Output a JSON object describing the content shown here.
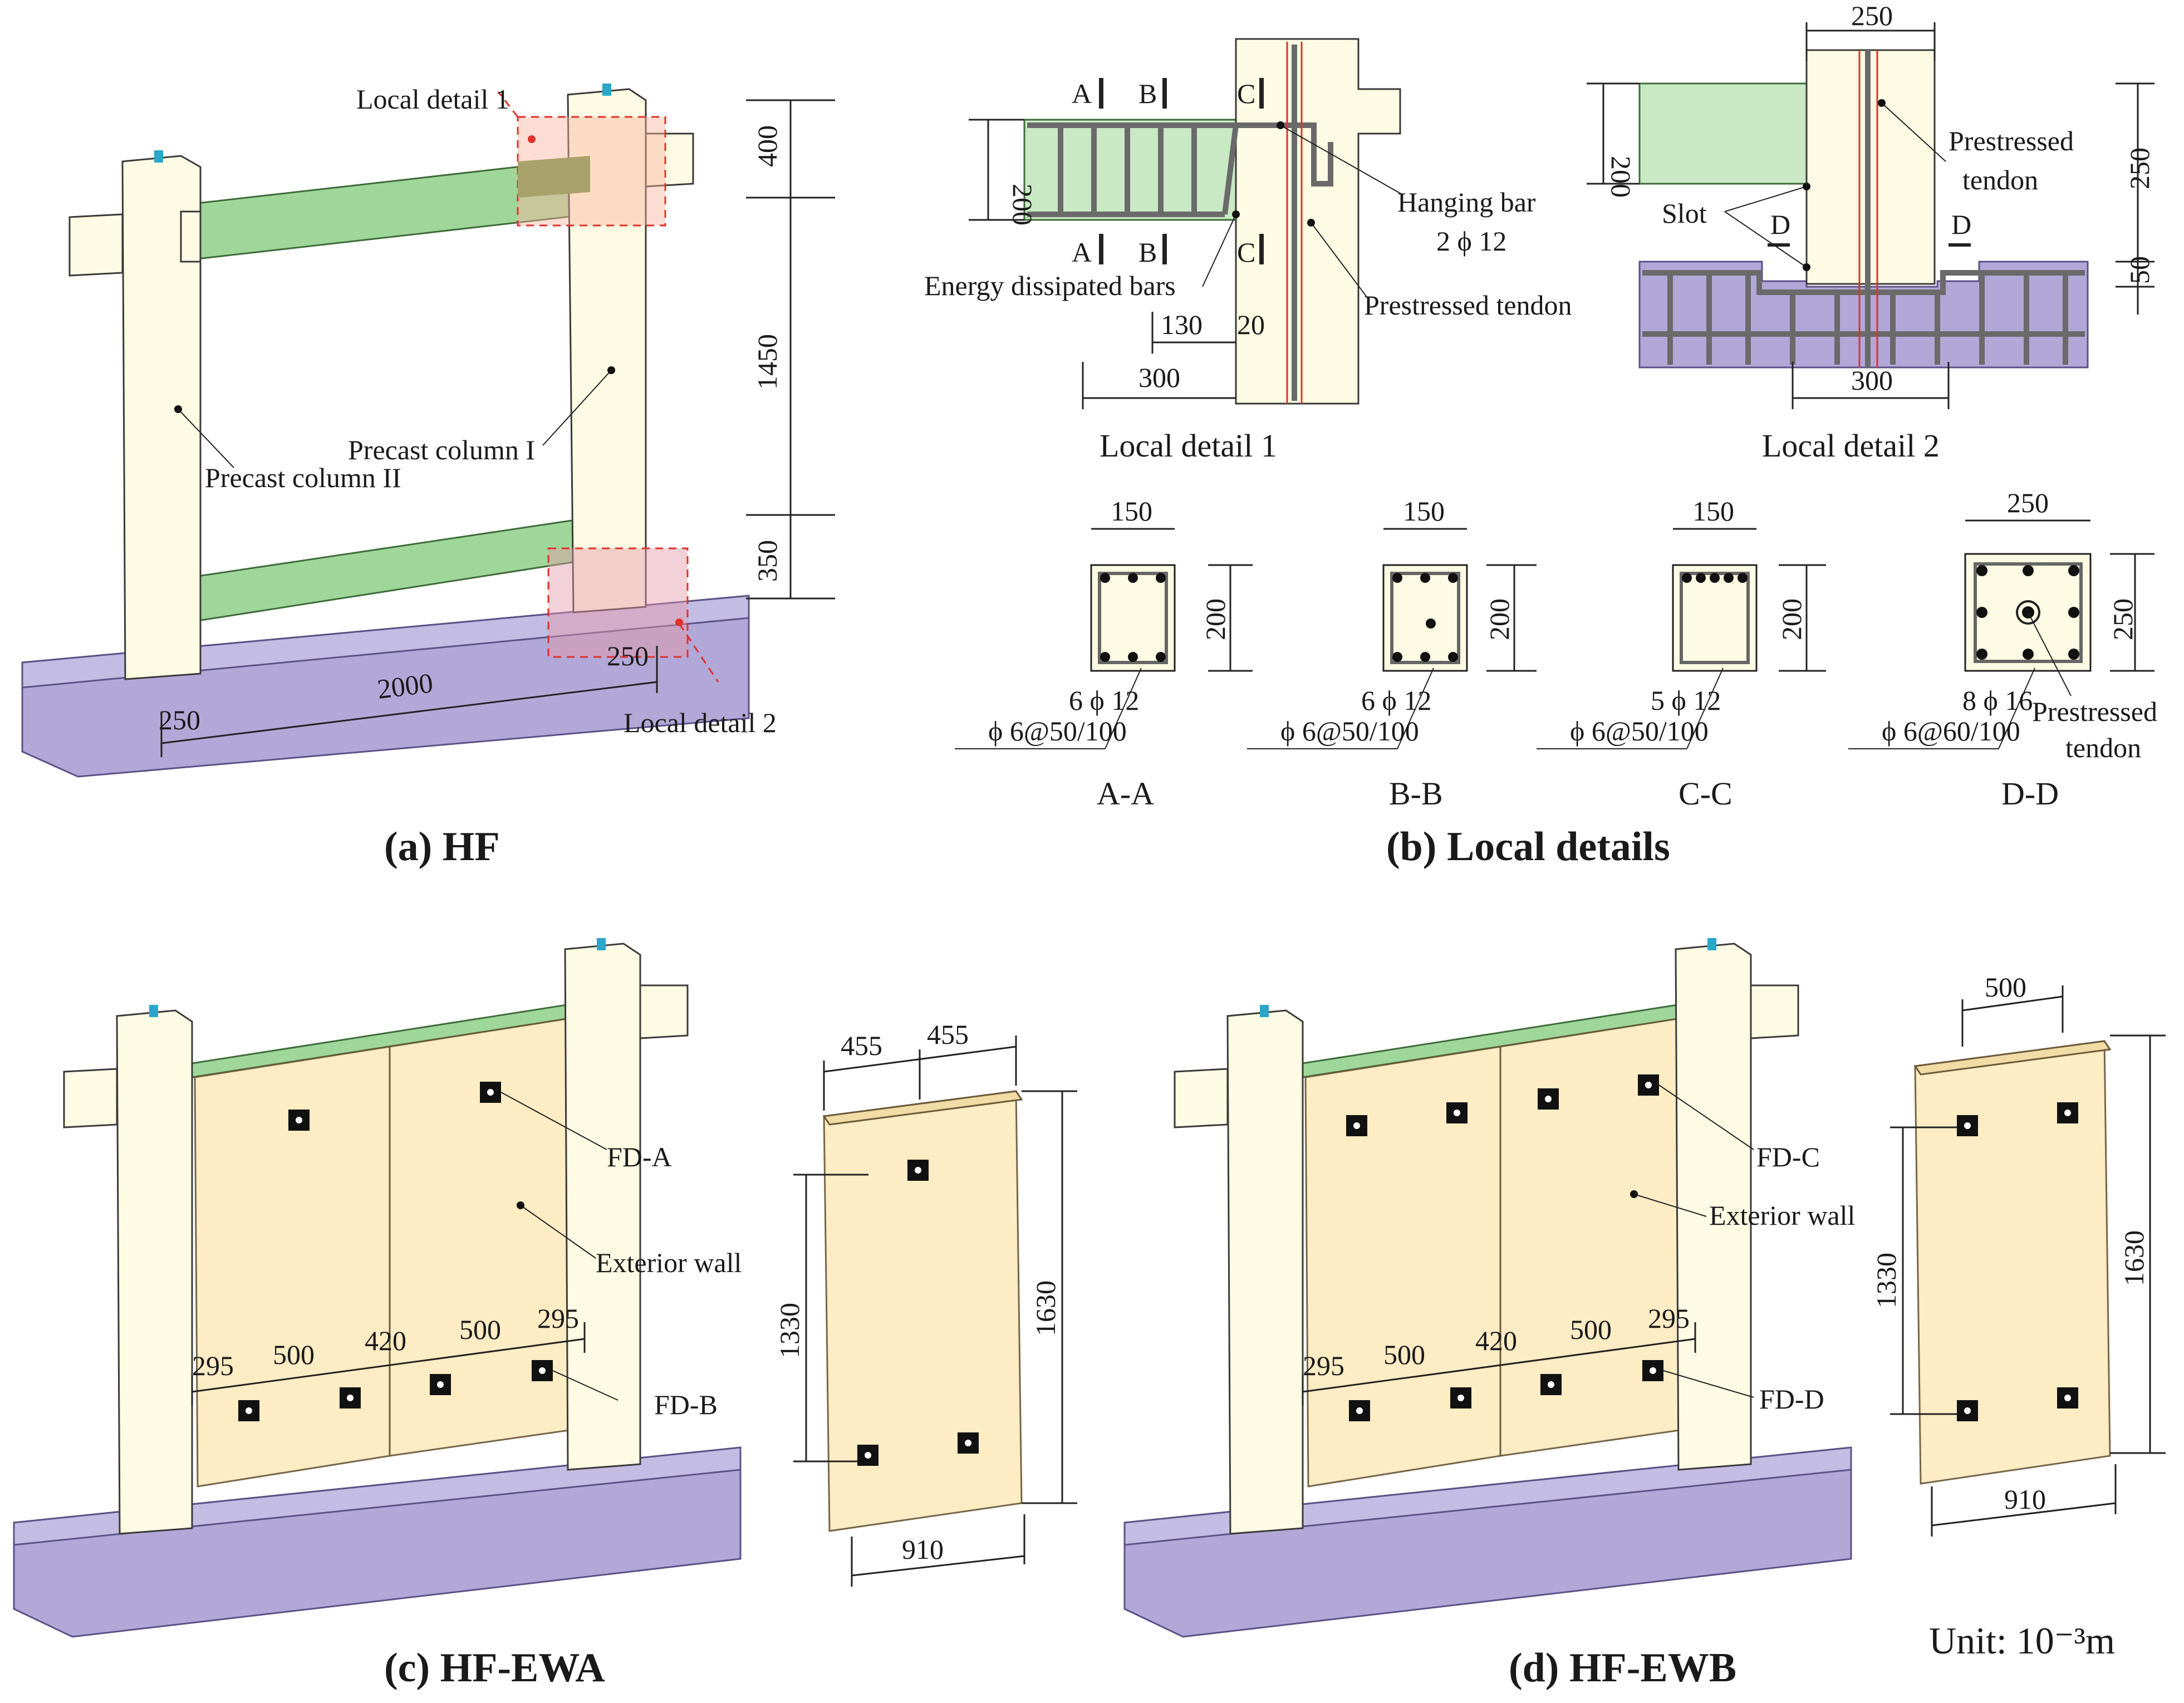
{
  "panel_a": {
    "caption": "(a) HF",
    "labels": {
      "local_detail_1": "Local detail 1",
      "local_detail_2": "Local detail 2",
      "precast_column_1": "Precast column I",
      "precast_column_2": "Precast column II"
    },
    "dims": {
      "d400": "400",
      "d1450": "1450",
      "d350": "350",
      "d2000": "2000",
      "d250a": "250",
      "d250b": "250"
    }
  },
  "panel_b": {
    "caption": "(b) Local details",
    "detail1": {
      "title": "Local detail 1",
      "sec_a": "A",
      "sec_b": "B",
      "sec_c": "C",
      "hanging_bar": "Hanging bar",
      "hanging_bar_spec": "2 ϕ 12",
      "energy_bars": "Energy dissipated bars",
      "prestressed_tendon": "Prestressed tendon",
      "d200": "200",
      "d130": "130",
      "d20": "20",
      "d300": "300"
    },
    "detail2": {
      "title": "Local detail 2",
      "d250top": "250",
      "d200": "200",
      "d250right": "250",
      "d50": "50",
      "d300": "300",
      "prestressed_tendon_1": "Prestressed",
      "prestressed_tendon_2": "tendon",
      "slot": "Slot",
      "sec_d": "D"
    },
    "sections": [
      {
        "name": "A-A",
        "w": "150",
        "h": "200",
        "bars": "6 ϕ 12",
        "stirrup": "ϕ 6@50/100"
      },
      {
        "name": "B-B",
        "w": "150",
        "h": "200",
        "bars": "6 ϕ 12",
        "stirrup": "ϕ 6@50/100"
      },
      {
        "name": "C-C",
        "w": "150",
        "h": "200",
        "bars": "5 ϕ 12",
        "stirrup": "ϕ 6@50/100"
      },
      {
        "name": "D-D",
        "w": "250",
        "h": "250",
        "bars": "8 ϕ 16",
        "stirrup": "ϕ 6@60/100",
        "tendon_1": "Prestressed",
        "tendon_2": "tendon"
      }
    ]
  },
  "panel_c": {
    "caption": "(c) HF-EWA",
    "fd_top": "FD-A",
    "fd_bottom": "FD-B",
    "exterior_wall": "Exterior wall",
    "dims": {
      "d295a": "295",
      "d500a": "500",
      "d420": "420",
      "d500b": "500",
      "d295b": "295"
    },
    "wall_dims": {
      "d455a": "455",
      "d455b": "455",
      "d1330": "1330",
      "d1630": "1630",
      "d910": "910"
    }
  },
  "panel_d": {
    "caption": "(d) HF-EWB",
    "fd_top": "FD-C",
    "fd_bottom": "FD-D",
    "exterior_wall": "Exterior wall",
    "dims": {
      "d295a": "295",
      "d500a": "500",
      "d420": "420",
      "d500b": "500",
      "d295b": "295"
    },
    "wall_dims": {
      "d500": "500",
      "d1330": "1330",
      "d1630": "1630",
      "d910": "910"
    }
  },
  "unit": "Unit: 10⁻³m",
  "colors": {
    "base": "#b1a8d8",
    "column": "#fdfbe3",
    "beam": "#9fd79a",
    "wall": "#fdebbf",
    "tendon": "#e0302a"
  }
}
